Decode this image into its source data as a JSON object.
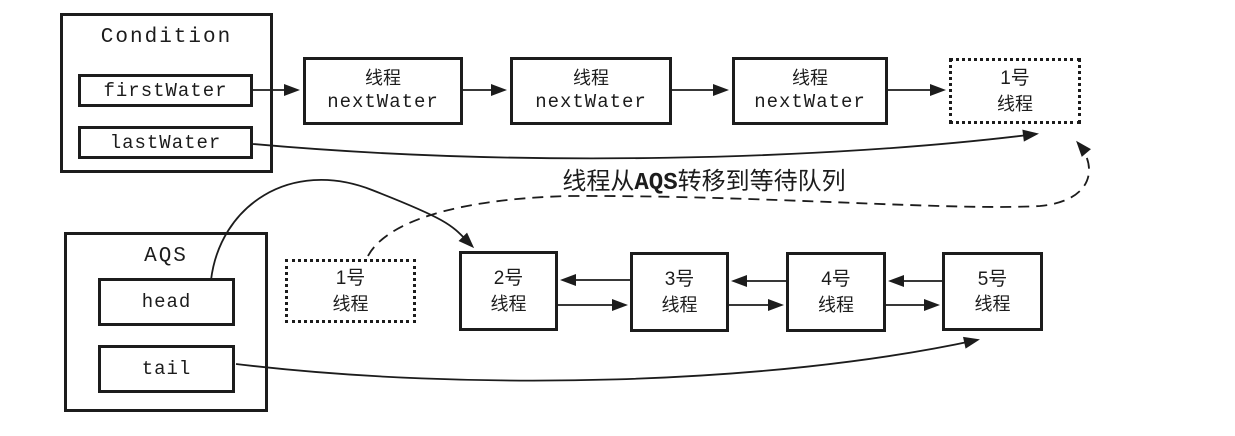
{
  "colors": {
    "stroke": "#1c1c1c",
    "background": "#ffffff"
  },
  "condition": {
    "title": "Condition",
    "first_field": "firstWater",
    "last_field": "lastWater"
  },
  "wait_nodes": [
    {
      "line1": "线程",
      "line2": "nextWater"
    },
    {
      "line1": "线程",
      "line2": "nextWater"
    },
    {
      "line1": "线程",
      "line2": "nextWater"
    }
  ],
  "wait_head_node": {
    "line1": "1号",
    "line2": "线程"
  },
  "transfer_label": {
    "prefix": "线程从",
    "emph": "AQS",
    "suffix": "转移到等待队列"
  },
  "aqs": {
    "title": "AQS",
    "head_field": "head",
    "tail_field": "tail"
  },
  "sync_nodes": [
    {
      "line1": "1号",
      "line2": "线程"
    },
    {
      "line1": "2号",
      "line2": "线程"
    },
    {
      "line1": "3号",
      "line2": "线程"
    },
    {
      "line1": "4号",
      "line2": "线程"
    },
    {
      "line1": "5号",
      "line2": "线程"
    }
  ]
}
